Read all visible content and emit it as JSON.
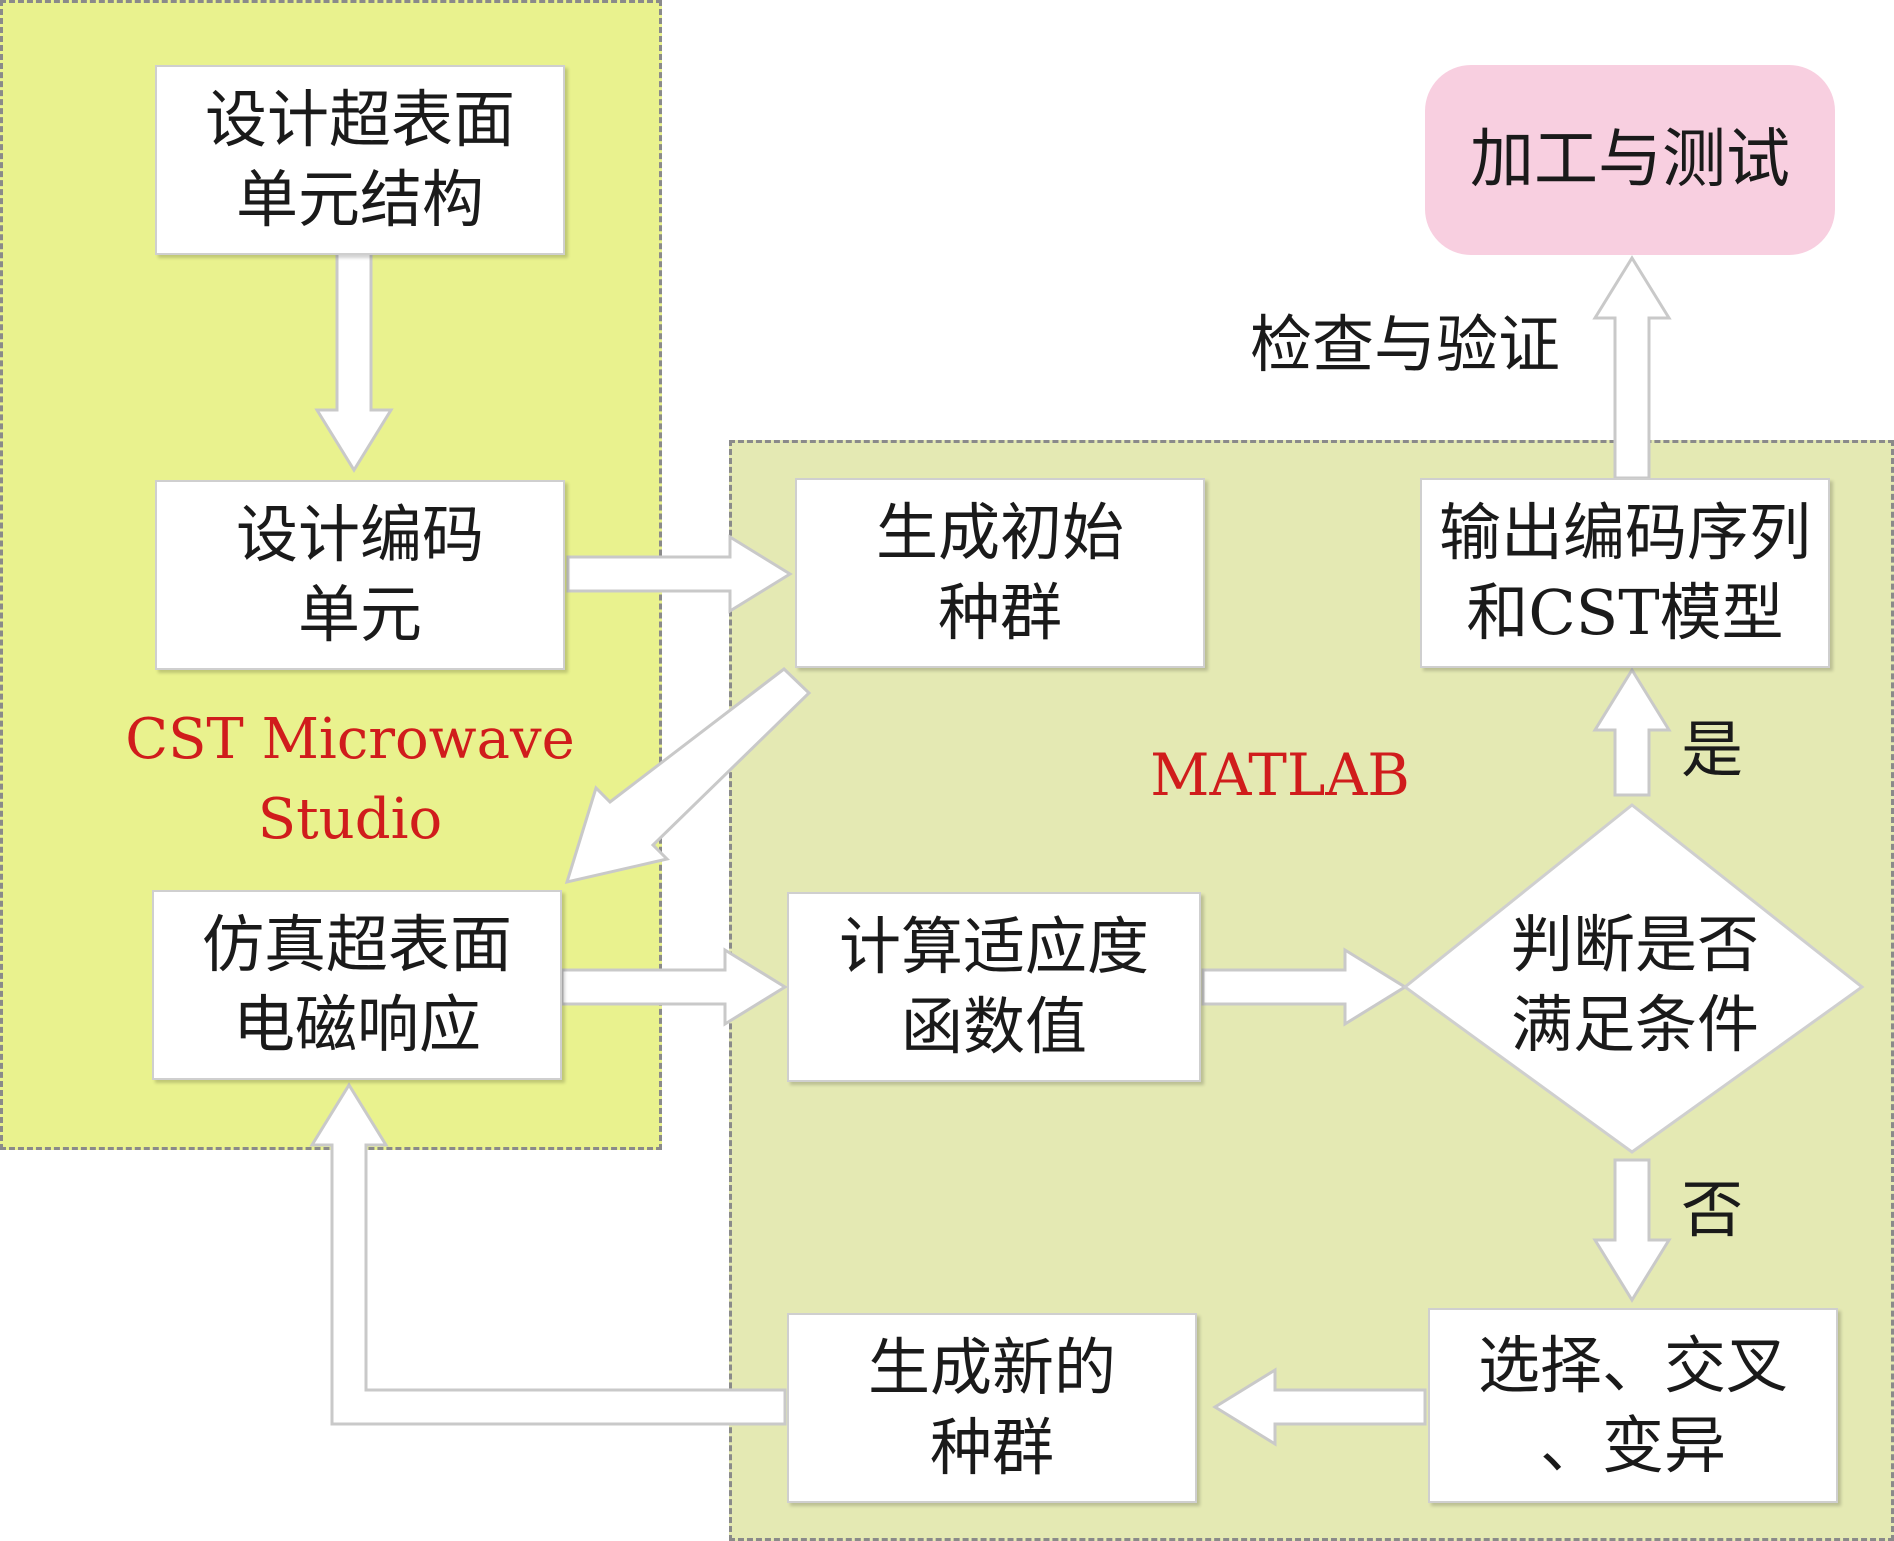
{
  "regions": {
    "cst_label": "CST Microwave\nStudio",
    "matlab_label": "MATLAB"
  },
  "nodes": {
    "design_unit_structure": "设计超表面\n单元结构",
    "design_coding_unit": "设计编码\n单元",
    "simulate_em_response": "仿真超表面\n电磁响应",
    "generate_initial_population": "生成初始\n种群",
    "compute_fitness": "计算适应度\n函数值",
    "check_condition": "判断是否\n满足条件",
    "output_sequence_model": "输出编码序列\n和CST模型",
    "fabrication_test": "加工与测试",
    "select_crossover_mutate": "选择、交叉\n、变异",
    "generate_new_population": "生成新的\n种群"
  },
  "edge_labels": {
    "verify": "检查与验证",
    "yes": "是",
    "no": "否"
  },
  "colors": {
    "cst_region": "#e9f28e",
    "matlab_region": "#e4e9b3",
    "fabrication_box": "#f8cfe0",
    "region_label": "#d01c1c"
  }
}
